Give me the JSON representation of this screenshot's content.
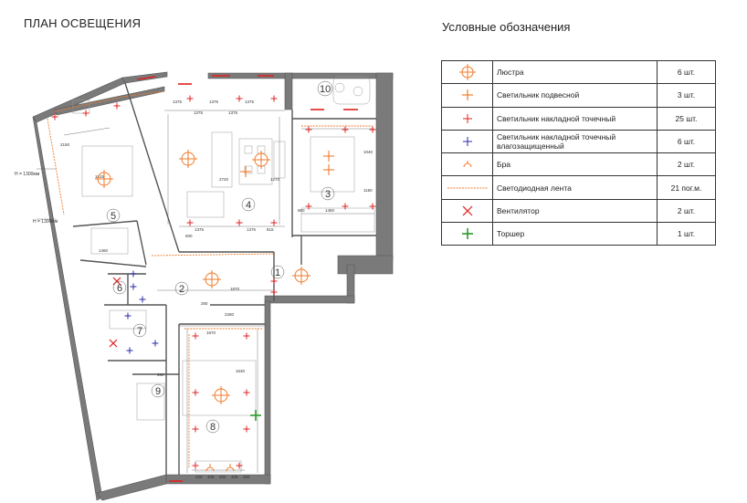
{
  "page": {
    "title": "ПЛАН ОСВЕЩЕНИЯ",
    "legend_title": "Условные обозначения"
  },
  "colors": {
    "lamp": "#f07a2a",
    "damp_lamp": "#2a2aa8",
    "fan": "#e02020",
    "floor_lamp": "#2a9a2a",
    "wall": "#6e6e6e",
    "line": "#444444"
  },
  "legend": [
    {
      "icon": "chandelier-icon",
      "label": "Люстра",
      "qty": "6 шт."
    },
    {
      "icon": "pendant-lamp-icon",
      "label": "Светильник подвесной",
      "qty": "3 шт."
    },
    {
      "icon": "spot-lamp-icon",
      "label": "Светильник накладной точечный",
      "qty": "25 шт."
    },
    {
      "icon": "damp-spot-lamp-icon",
      "label": "Светильник накладной точечный влагозащищенный",
      "qty": "6 шт."
    },
    {
      "icon": "sconce-icon",
      "label": "Бра",
      "qty": "2 шт."
    },
    {
      "icon": "led-strip-icon",
      "label": "Светодиодная лента",
      "qty": "21 пог.м."
    },
    {
      "icon": "fan-icon",
      "label": "Вентилятор",
      "qty": "2 шт."
    },
    {
      "icon": "floor-lamp-icon",
      "label": "Торшер",
      "qty": "1 шт."
    }
  ],
  "plan": {
    "rooms": [
      "1",
      "2",
      "3",
      "4",
      "5",
      "6",
      "7",
      "8",
      "9",
      "10"
    ],
    "height_labels": [
      "H = 1300мм",
      "H = 1300мм"
    ],
    "dimensions": [
      "1375",
      "1375",
      "1375",
      "1375",
      "1375",
      "1375",
      "1375",
      "2720",
      "1870",
      "1460",
      "2280",
      "1670",
      "1530",
      "1615",
      "1460",
      "1270",
      "405",
      "405",
      "405",
      "405",
      "405",
      "600",
      "815",
      "350",
      "660",
      "280",
      "1040",
      "1160",
      "2150"
    ]
  }
}
